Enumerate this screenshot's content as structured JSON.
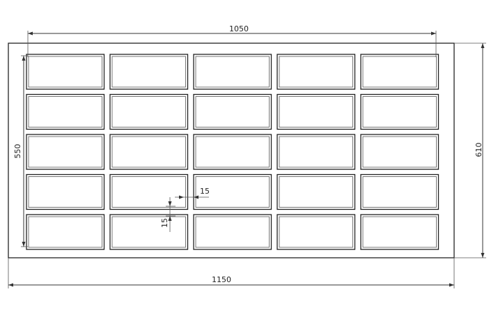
{
  "dimensions": {
    "top_width": "1050",
    "overall_width": "1150",
    "inner_height": "550",
    "overall_height": "610",
    "gap_horizontal": "15",
    "gap_vertical": "15"
  },
  "grid": {
    "rows": 5,
    "columns": 5
  },
  "colors": {
    "line": "#333333",
    "background": "#ffffff"
  }
}
